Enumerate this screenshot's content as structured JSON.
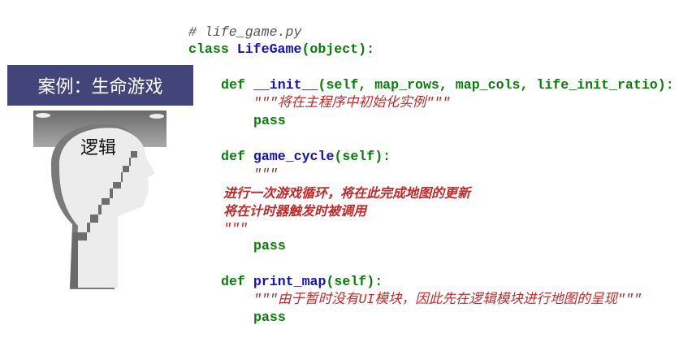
{
  "banner": {
    "title": "案例：生命游戏"
  },
  "illustration": {
    "label": "逻辑"
  },
  "code": {
    "comment": "# life_game.py",
    "class_kw": "class",
    "class_name": "LifeGame",
    "class_rest": "(object):",
    "init": {
      "kw": "def",
      "name": "__init__",
      "rest": "(self, map_rows, map_cols, life_init_ratio):",
      "doc": "\"\"\"将在主程序中初始化实例\"\"\"",
      "body": "pass"
    },
    "game_cycle": {
      "kw": "def",
      "name": "game_cycle",
      "rest": "(self):",
      "doc_open": "\"\"\"",
      "doc_line1": "进行一次游戏循环，将在此完成地图的更新",
      "doc_line2": "将在计时器触发时被调用",
      "doc_close": "\"\"\"",
      "body": "pass"
    },
    "print_map": {
      "kw": "def",
      "name": "print_map",
      "rest": "(self):",
      "doc": "\"\"\"由于暂时没有UI模块，因此先在逻辑模块进行地图的呈现\"\"\"",
      "body": "pass"
    }
  }
}
